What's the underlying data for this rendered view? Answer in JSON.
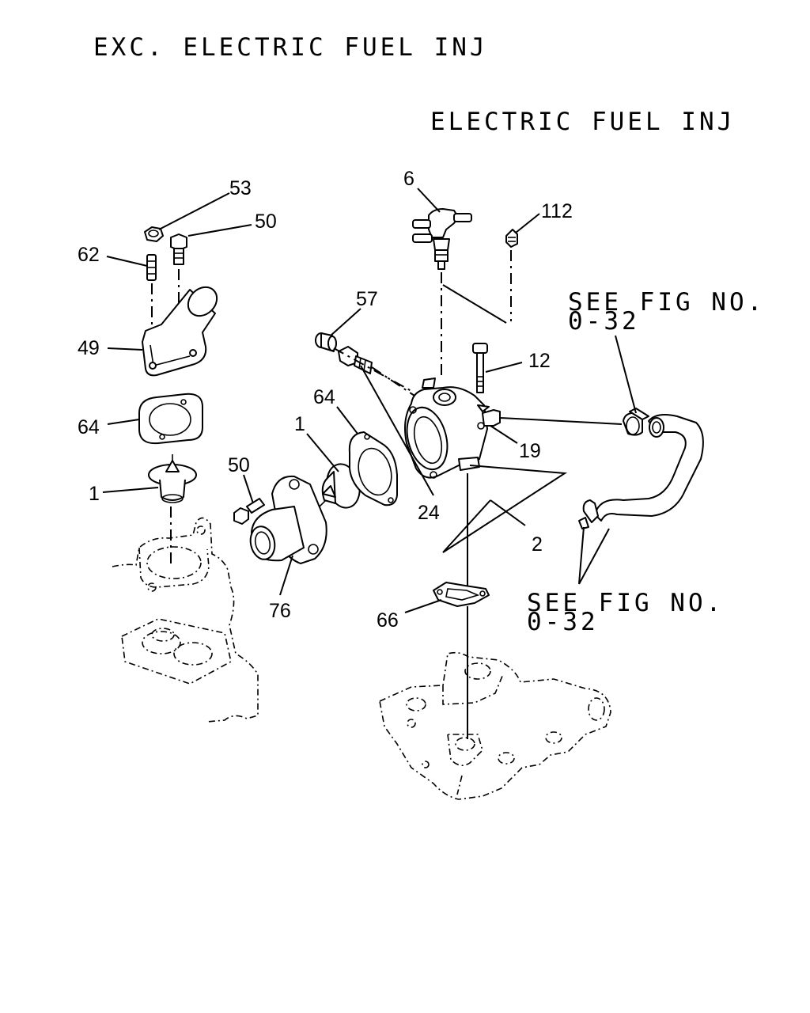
{
  "titles": {
    "exc_variant": "EXC. ELECTRIC FUEL INJ",
    "variant": "ELECTRIC FUEL INJ"
  },
  "references": {
    "ref_upper_line1": "SEE FIG NO.",
    "ref_upper_line2": "0-32",
    "ref_lower_line1": "SEE FIG NO.",
    "ref_lower_line2": "0-32"
  },
  "callouts": {
    "p53": "53",
    "p50_left": "50",
    "p62": "62",
    "p49": "49",
    "p64_left": "64",
    "p1_left": "1",
    "p6": "6",
    "p112": "112",
    "p57": "57",
    "p64_center": "64",
    "p1_center": "1",
    "p50_center": "50",
    "p12": "12",
    "p19": "19",
    "p24": "24",
    "p2": "2",
    "p76": "76",
    "p66": "66"
  }
}
